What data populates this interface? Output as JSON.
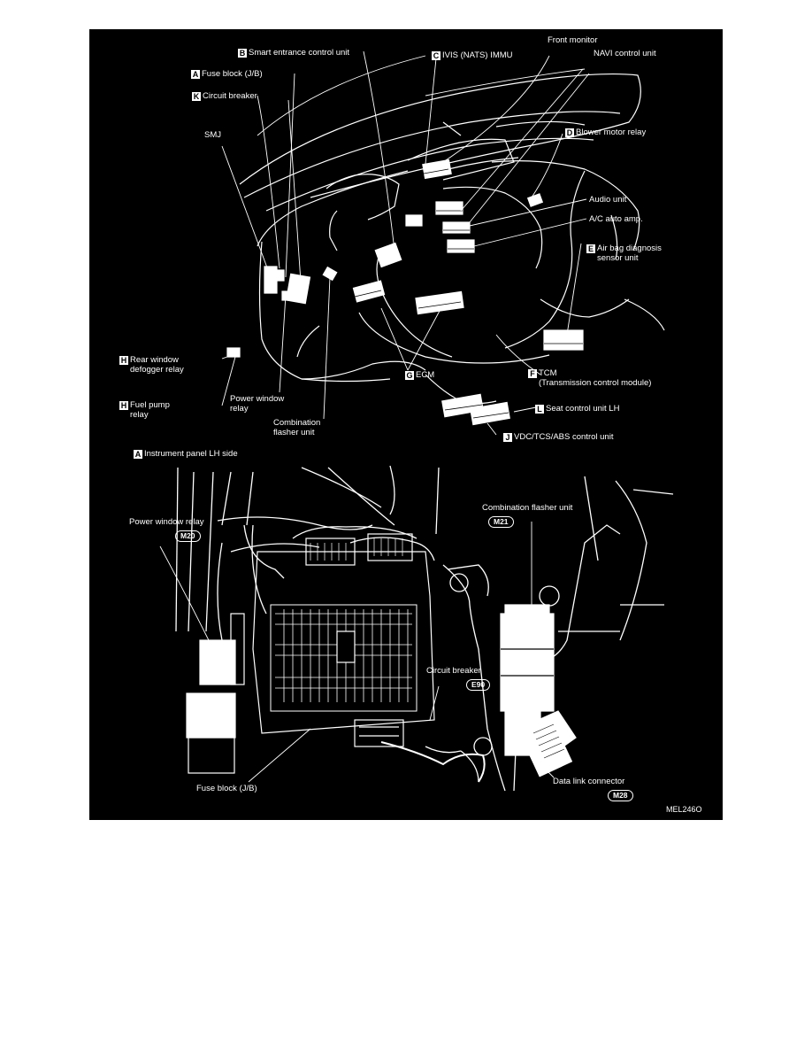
{
  "labels": {
    "smart_entrance": {
      "letter": "B",
      "text": "Smart entrance control unit"
    },
    "ivis": {
      "letter": "C",
      "text": "IVIS (NATS) IMMU"
    },
    "fuse_block_top": {
      "letter": "A",
      "text": "Fuse block (J/B)"
    },
    "circuit_breaker_top": {
      "letter": "K",
      "text": "Circuit breaker"
    },
    "front_monitor": {
      "text": "Front monitor"
    },
    "navi": {
      "text": "NAVI control unit"
    },
    "smj": {
      "text": "SMJ"
    },
    "blower": {
      "letter": "D",
      "text": "Blower motor relay"
    },
    "audio": {
      "text": "Audio unit"
    },
    "ac_amp": {
      "text": "A/C auto amp."
    },
    "airbag": {
      "letter": "E",
      "text": "Air bag diagnosis",
      "text2": "sensor unit"
    },
    "rear_defogger": {
      "letter": "H",
      "text": "Rear window",
      "text2": "defogger relay"
    },
    "fuel_pump": {
      "letter": "H",
      "text": "Fuel pump",
      "text2": "relay"
    },
    "power_window_top": {
      "text": "Power window",
      "text2": "relay"
    },
    "ecm": {
      "letter": "G",
      "text": "ECM"
    },
    "tcm": {
      "letter": "F",
      "text": "TCM",
      "text2": "(Transmission control module)"
    },
    "combination_flasher_top": {
      "text": "Combination",
      "text2": "flasher unit"
    },
    "seat_control": {
      "letter": "L",
      "text": "Seat control unit LH"
    },
    "vdc": {
      "letter": "J",
      "text": "VDC/TCS/ABS control  unit"
    },
    "instrument_panel": {
      "letter": "A",
      "text": "Instrument panel LH side"
    },
    "power_window_bottom": {
      "text": "Power window relay",
      "connector": "M20"
    },
    "combination_flasher_bottom": {
      "text": "Combination flasher unit",
      "connector": "M21"
    },
    "circuit_breaker_bottom": {
      "text": "Circuit breaker",
      "connector": "E90"
    },
    "fuse_block_bottom": {
      "text": "Fuse block (J/B)"
    },
    "data_link": {
      "text": "Data link connector",
      "connector": "M28"
    }
  },
  "figure_code": "MEL246O",
  "colors": {
    "background": "#000000",
    "ink": "#ffffff"
  }
}
